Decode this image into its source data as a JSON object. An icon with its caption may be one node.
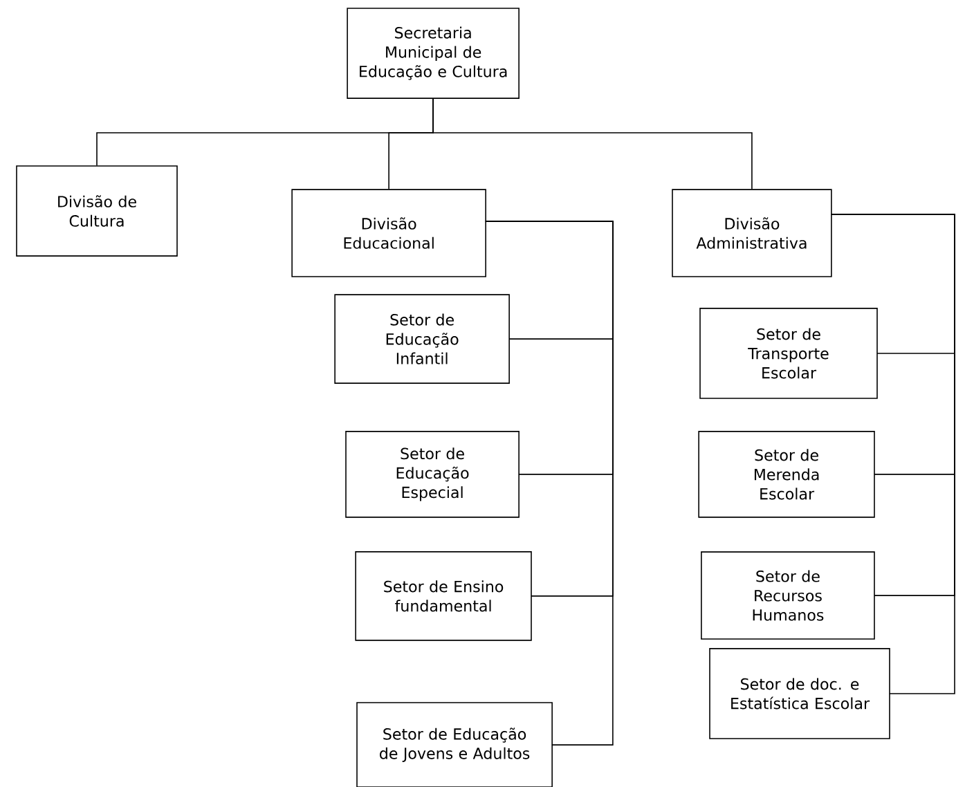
{
  "diagram": {
    "nodes": [
      {
        "text": [
          "Secretaria Municipal de Educação e Cultura"
        ]
      },
      {
        "text": [
          "Divisão de Cultura"
        ]
      },
      {
        "text": [
          "Divisão Educacional"
        ]
      },
      {
        "text": [
          "Divisão Administrativa"
        ]
      },
      {
        "text": [
          "Setor de Educação Infantil"
        ]
      },
      {
        "text": [
          "Setor de Educação Especial"
        ]
      },
      {
        "text": [
          "Setor de Ensino fundamental"
        ]
      },
      {
        "text": [
          "Setor de Educação de Jovens e Adultos"
        ]
      },
      {
        "text": [
          "Setor de Transporte Escolar"
        ]
      },
      {
        "text": [
          "Setor de Merenda Escolar"
        ]
      },
      {
        "text": [
          "Setor de Recursos Humanos"
        ]
      },
      {
        "text": [
          "Setor de doc. e Estatística Escolar"
        ]
      }
    ],
    "edges": [
      {
        "from": 0,
        "to": 1,
        "arrow": "none"
      },
      {
        "from": 0,
        "to": 2,
        "arrow": "none"
      },
      {
        "from": 0,
        "to": 3,
        "arrow": "none"
      },
      {
        "from": 2,
        "to": 4,
        "arrow": "none"
      },
      {
        "from": 2,
        "to": 5,
        "arrow": "none"
      },
      {
        "from": 2,
        "to": 6,
        "arrow": "none"
      },
      {
        "from": 2,
        "to": 7,
        "arrow": "none"
      },
      {
        "from": 3,
        "to": 8,
        "arrow": "none"
      },
      {
        "from": 3,
        "to": 9,
        "arrow": "none"
      },
      {
        "from": 3,
        "to": 10,
        "arrow": "none"
      },
      {
        "from": 3,
        "to": 11,
        "arrow": "none"
      }
    ]
  }
}
